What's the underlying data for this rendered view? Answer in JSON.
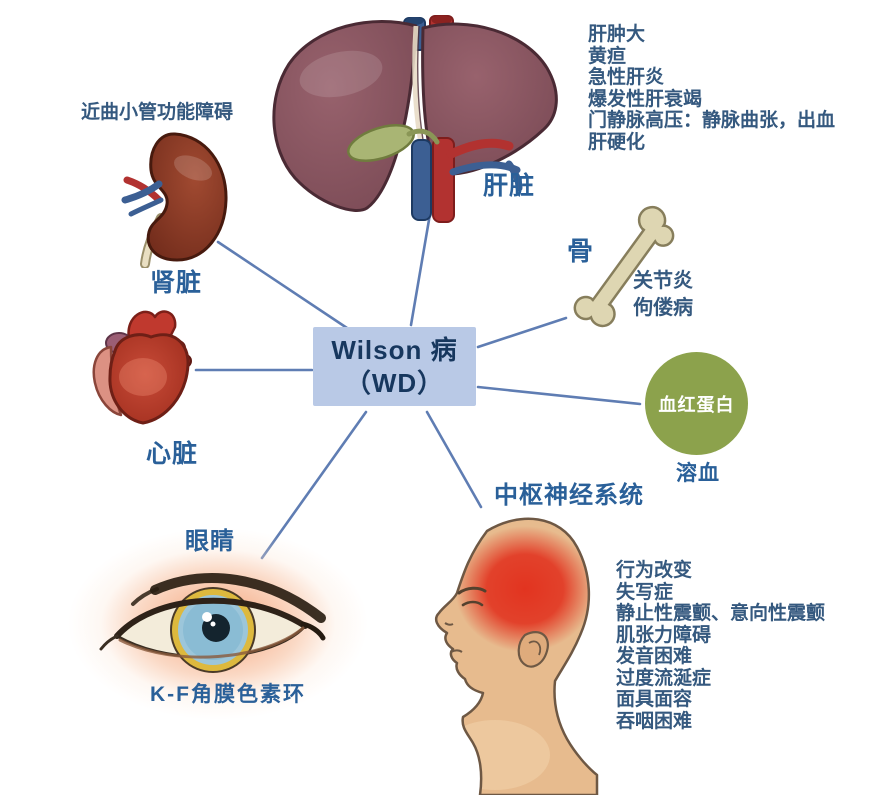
{
  "center": {
    "line1": "Wilson 病",
    "line2": "（WD）"
  },
  "liver": {
    "label": "肝脏",
    "symptoms": [
      "肝肿大",
      "黄疸",
      "急性肝炎",
      "爆发性肝衰竭",
      "门静脉高压：静脉曲张，出血",
      "肝硬化"
    ]
  },
  "kidney": {
    "label": "肾脏",
    "note": "近曲小管功能障碍"
  },
  "heart": {
    "label": "心脏"
  },
  "bone": {
    "label": "骨",
    "symptoms": [
      "关节炎",
      "佝偻病"
    ]
  },
  "blood": {
    "circle_text": "血红蛋白",
    "label": "溶血"
  },
  "eye": {
    "label": "眼睛",
    "caption": "K-F角膜色素环"
  },
  "cns": {
    "label": "中枢神经系统",
    "symptoms": [
      "行为改变",
      "失写症",
      "静止性震颤、意向性震颤",
      "肌张力障碍",
      "发音困难",
      "过度流涎症",
      "面具面容",
      "吞咽困难"
    ]
  },
  "colors": {
    "box_fill": "#b9c9e6",
    "box_text": "#17375e",
    "connector": "#5f7db3",
    "organ_label": "#2a6099",
    "symptom_text": "#35597f",
    "blood_circle": "#8ca24c",
    "cns_highlight": "#e23420",
    "kf_ring": "#ddb93e"
  }
}
